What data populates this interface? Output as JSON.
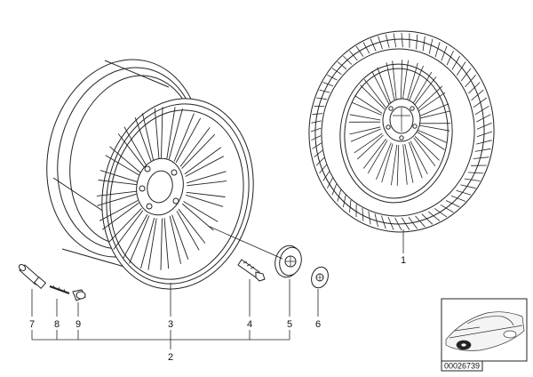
{
  "diagram": {
    "callouts": [
      {
        "id": "tire",
        "label": "1"
      },
      {
        "id": "group",
        "label": "2"
      },
      {
        "id": "rim",
        "label": "3"
      },
      {
        "id": "bolt",
        "label": "4"
      },
      {
        "id": "hub-cap",
        "label": "5"
      },
      {
        "id": "emblem",
        "label": "6"
      },
      {
        "id": "valve",
        "label": "7"
      },
      {
        "id": "valve-core",
        "label": "8"
      },
      {
        "id": "valve-cap",
        "label": "9"
      }
    ],
    "reference_code": "00026739"
  },
  "colors": {
    "line": "#222222",
    "background": "#ffffff"
  }
}
